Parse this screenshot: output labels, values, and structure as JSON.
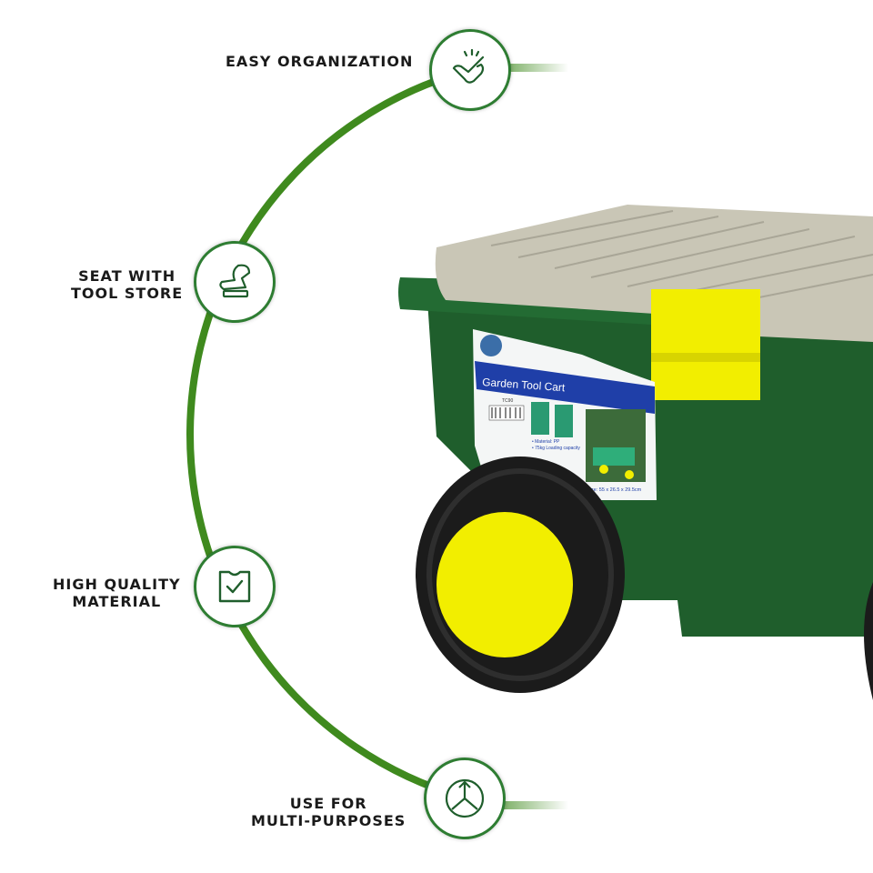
{
  "features": [
    {
      "label_lines": [
        "EASY ORGANIZATION"
      ],
      "icon": "hand-check-icon"
    },
    {
      "label_lines": [
        "SEAT WITH",
        "TOOL STORE"
      ],
      "icon": "seat-icon"
    },
    {
      "label_lines": [
        "HIGH QUALITY",
        "MATERIAL"
      ],
      "icon": "checked-clipboard-icon"
    },
    {
      "label_lines": [
        "USE FOR",
        "MULTI-PURPOSES"
      ],
      "icon": "multi-direction-icon"
    }
  ],
  "product_label": {
    "title": "Garden Tool Cart",
    "model": "TC90",
    "bullets": [
      "• Material: PP",
      "• 75kg Loading capacity"
    ],
    "size": "Size: 55 x 26.5 x 29.5cm"
  },
  "colors": {
    "arc_green": "#3f8a1e",
    "icon_green": "#2e7d32",
    "cart_green": "#1f5e2c",
    "lid_beige": "#c9c6b6",
    "accent_yellow": "#f2ee00"
  }
}
